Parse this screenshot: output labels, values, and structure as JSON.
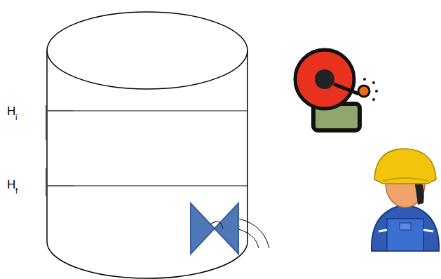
{
  "diagram": {
    "labels": [
      "H",
      "i",
      "H",
      "f"
    ]
  }
}
